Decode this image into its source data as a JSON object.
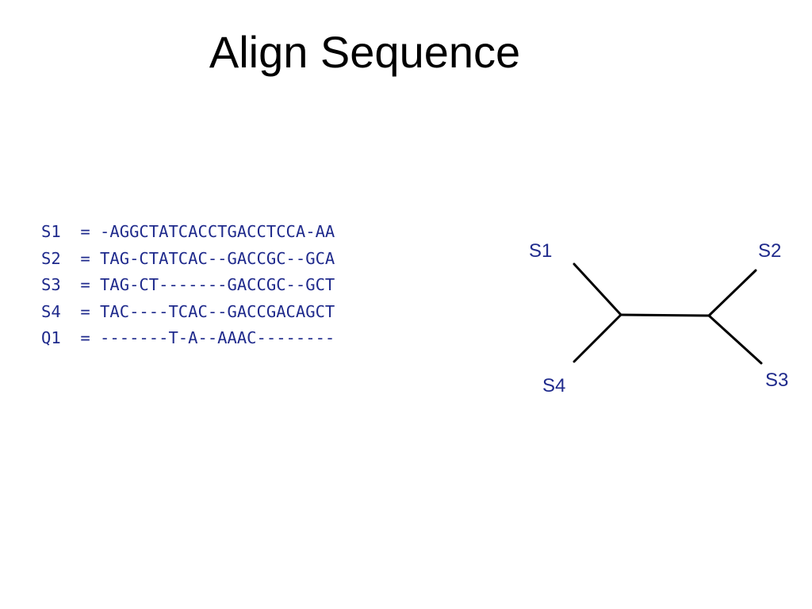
{
  "title": "Align Sequence",
  "alignment": {
    "rows": [
      {
        "id": "S1",
        "sequence": "-AGGCTATCACCTGACCTCCA-AA"
      },
      {
        "id": "S2",
        "sequence": "TAG-CTATCAC--GACCGC--GCA"
      },
      {
        "id": "S3",
        "sequence": "TAG-CT-------GACCGC--GCT"
      },
      {
        "id": "S4",
        "sequence": "TAC----TCAC--GACCGACAGCT"
      },
      {
        "id": "Q1",
        "sequence": "-------T-A--AAAC--------"
      }
    ],
    "separator": "="
  },
  "tree": {
    "labels": {
      "s1": "S1",
      "s2": "S2",
      "s3": "S3",
      "s4": "S4"
    }
  },
  "colors": {
    "sequence_text": "#1f2a8c",
    "tree_label": "#1f2a8c",
    "tree_edge": "#000000",
    "title": "#000000"
  }
}
